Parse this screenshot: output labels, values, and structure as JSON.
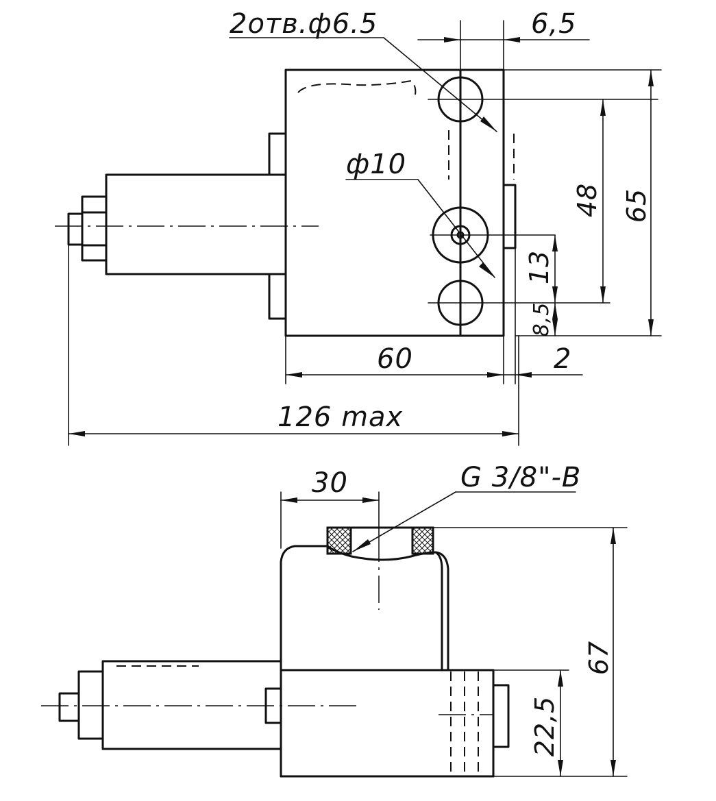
{
  "top_view": {
    "holes_label": "2отв.ф6.5",
    "edge_offset": "6,5",
    "port_label": "ф10",
    "dim_48": "48",
    "dim_65": "65",
    "dim_13": "13",
    "dim_8_5": "8,5",
    "dim_60": "60",
    "dim_2": "2",
    "dim_126": "126 max"
  },
  "side_view": {
    "dim_30": "30",
    "thread_label": "G 3/8\"-B",
    "dim_67": "67",
    "dim_22_5": "22,5"
  }
}
